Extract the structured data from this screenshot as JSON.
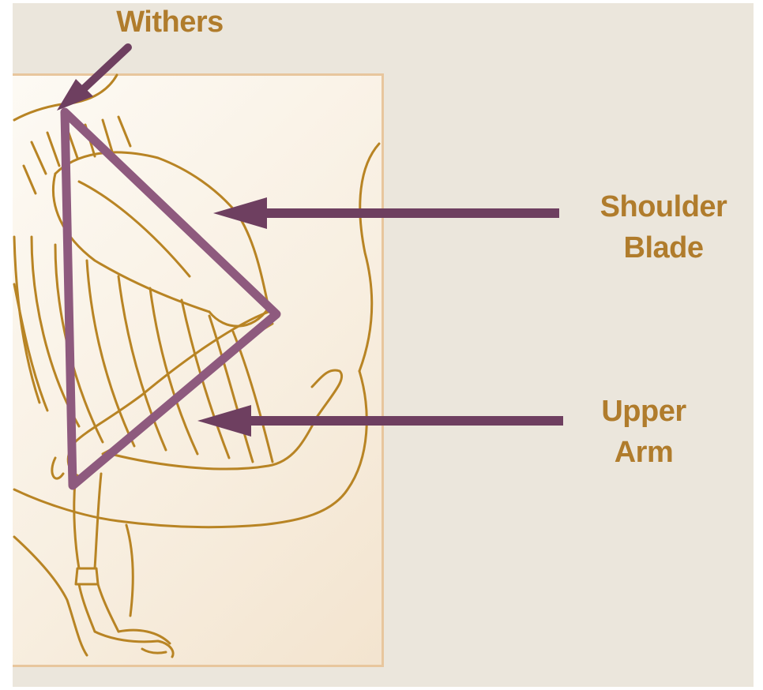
{
  "labels": {
    "withers": "Withers",
    "shoulder_blade": "Shoulder\nBlade",
    "upper_arm": "Upper\nArm"
  },
  "colors": {
    "text": "#b07c2c",
    "skeleton_line": "#b88424",
    "triangle": "#8e5a7e",
    "arrow": "#6e3f60",
    "background": "#ebe6dc",
    "panel_border": "#e8c69d"
  }
}
